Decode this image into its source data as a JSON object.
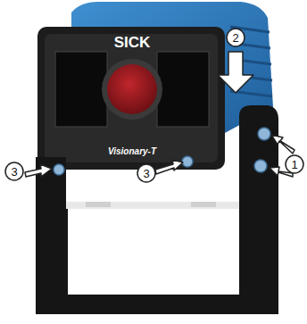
{
  "diagram": {
    "labels": [
      "SICK",
      "2",
      "Visionary-T",
      "3",
      "3",
      "1"
    ]
  }
}
